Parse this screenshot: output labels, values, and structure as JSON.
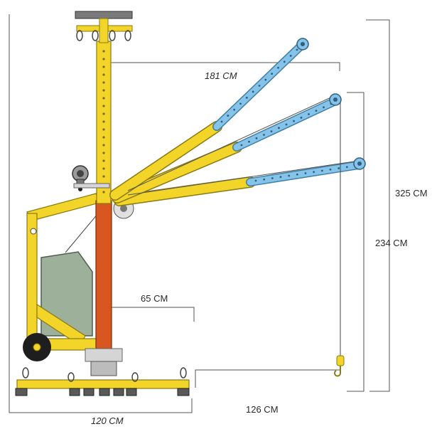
{
  "dimensions": {
    "boom_reach": "181 CM",
    "max_height": "325 CM",
    "hook_height": "234 CM",
    "base_offset": "65 CM",
    "hook_reach": "126 CM",
    "base_width": "120 CM"
  },
  "colors": {
    "yellow": "#f3d52a",
    "yellow_stroke": "#8a7a10",
    "blue": "#86c3e8",
    "red": "#d8561f",
    "counterweight": "#9db09a",
    "dark": "#2a2a2a",
    "line": "#555555",
    "grey": "#c9c9c9"
  }
}
